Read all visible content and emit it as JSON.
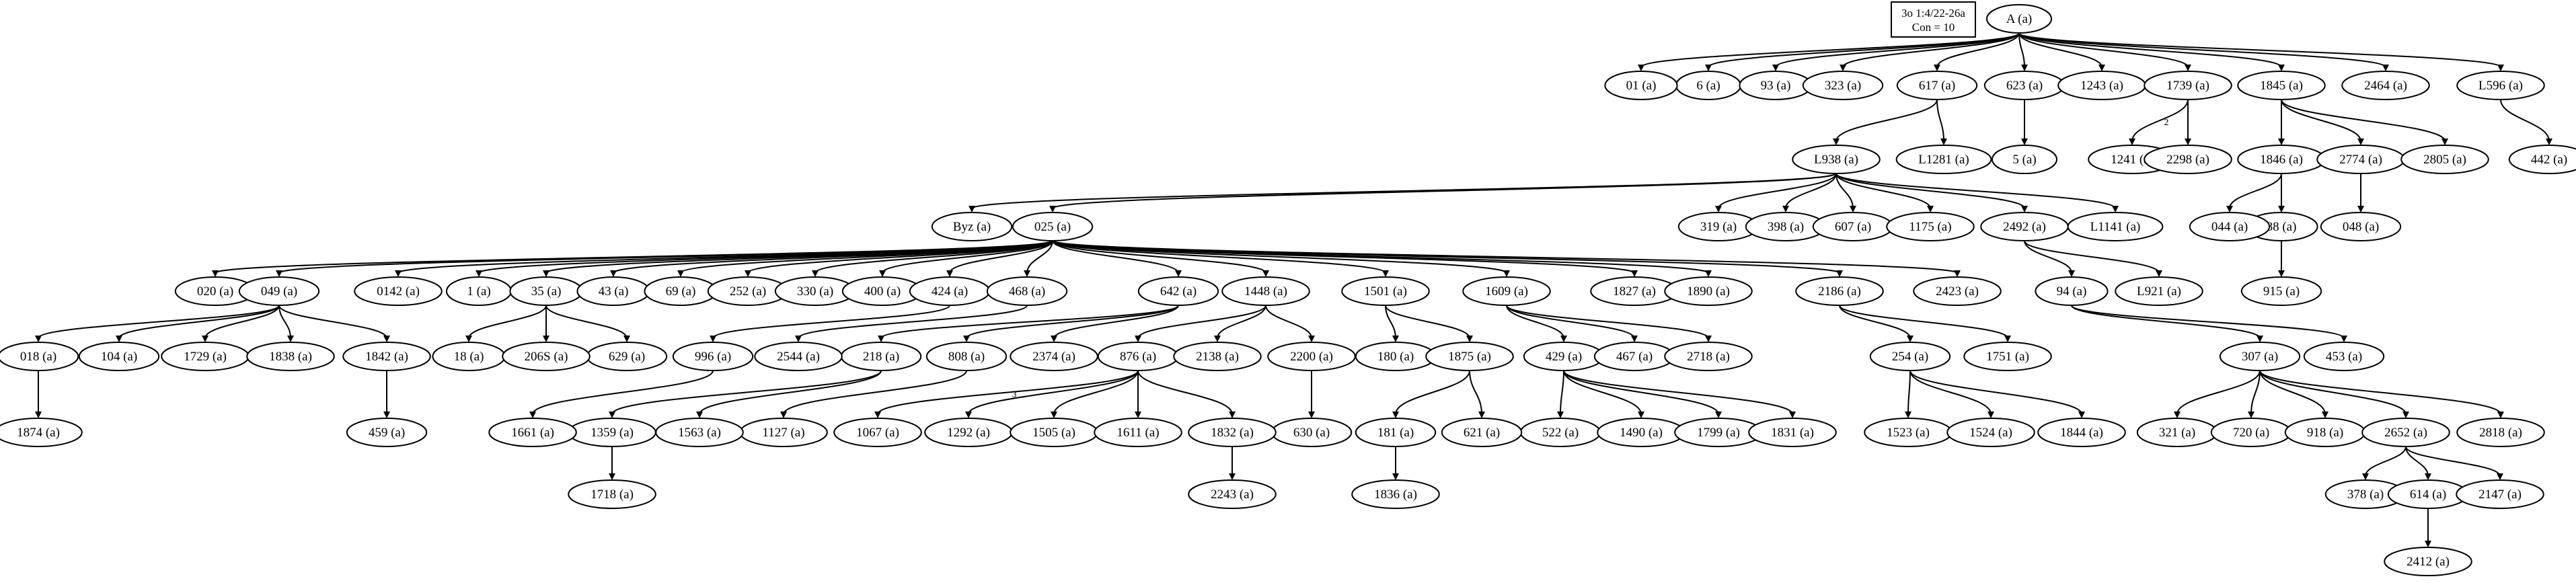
{
  "legend": {
    "line1": "3o 1:4/22-26a",
    "line2": "Con = 10"
  },
  "nodes": {
    "A": "A (a)",
    "01": "01 (a)",
    "6": "6 (a)",
    "93": "93 (a)",
    "323": "323 (a)",
    "617": "617 (a)",
    "623": "623 (a)",
    "1243": "1243 (a)",
    "1739": "1739 (a)",
    "1845": "1845 (a)",
    "2464": "2464 (a)",
    "L596": "L596 (a)",
    "L938": "L938 (a)",
    "L1281": "L1281 (a)",
    "5": "5 (a)",
    "1241": "1241 (a)",
    "2298": "2298 (a)",
    "1846": "1846 (a)",
    "2774": "2774 (a)",
    "2805": "2805 (a)",
    "442": "442 (a)",
    "Byz": "Byz (a)",
    "025": "025 (a)",
    "319": "319 (a)",
    "398": "398 (a)",
    "607": "607 (a)",
    "1175": "1175 (a)",
    "2492": "2492 (a)",
    "L1141": "L1141 (a)",
    "044": "044 (a)",
    "88": "88 (a)",
    "048": "048 (a)",
    "020": "020 (a)",
    "049": "049 (a)",
    "0142": "0142 (a)",
    "1": "1 (a)",
    "35": "35 (a)",
    "43": "43 (a)",
    "69": "69 (a)",
    "252": "252 (a)",
    "330": "330 (a)",
    "400": "400 (a)",
    "424": "424 (a)",
    "468": "468 (a)",
    "642": "642 (a)",
    "1448": "1448 (a)",
    "1501": "1501 (a)",
    "1609": "1609 (a)",
    "1827": "1827 (a)",
    "1890": "1890 (a)",
    "2186": "2186 (a)",
    "2423": "2423 (a)",
    "94": "94 (a)",
    "L921": "L921 (a)",
    "915": "915 (a)",
    "018": "018 (a)",
    "104": "104 (a)",
    "1729": "1729 (a)",
    "1838": "1838 (a)",
    "1842": "1842 (a)",
    "18": "18 (a)",
    "206S": "206S (a)",
    "629": "629 (a)",
    "996": "996 (a)",
    "2544": "2544 (a)",
    "218": "218 (a)",
    "808": "808 (a)",
    "2374": "2374 (a)",
    "876": "876 (a)",
    "2138": "2138 (a)",
    "2200": "2200 (a)",
    "180": "180 (a)",
    "1875": "1875 (a)",
    "429": "429 (a)",
    "467": "467 (a)",
    "2718": "2718 (a)",
    "254": "254 (a)",
    "1751": "1751 (a)",
    "307": "307 (a)",
    "453": "453 (a)",
    "1874": "1874 (a)",
    "459": "459 (a)",
    "1661": "1661 (a)",
    "1359": "1359 (a)",
    "1563": "1563 (a)",
    "1127": "1127 (a)",
    "1067": "1067 (a)",
    "1292": "1292 (a)",
    "1505": "1505 (a)",
    "1611": "1611 (a)",
    "1832": "1832 (a)",
    "630": "630 (a)",
    "181": "181 (a)",
    "621": "621 (a)",
    "522": "522 (a)",
    "1490": "1490 (a)",
    "1799": "1799 (a)",
    "1831": "1831 (a)",
    "1523": "1523 (a)",
    "1524": "1524 (a)",
    "1844": "1844 (a)",
    "321": "321 (a)",
    "720": "720 (a)",
    "918": "918 (a)",
    "2652": "2652 (a)",
    "2818": "2818 (a)",
    "1718": "1718 (a)",
    "2243": "2243 (a)",
    "1836": "1836 (a)",
    "378": "378 (a)",
    "614": "614 (a)",
    "2147": "2147 (a)",
    "2412": "2412 (a)"
  },
  "edges": [
    [
      "A",
      "01"
    ],
    [
      "A",
      "6"
    ],
    [
      "A",
      "93"
    ],
    [
      "A",
      "323"
    ],
    [
      "A",
      "617"
    ],
    [
      "A",
      "623"
    ],
    [
      "A",
      "1243"
    ],
    [
      "A",
      "1739"
    ],
    [
      "A",
      "1845"
    ],
    [
      "A",
      "2464"
    ],
    [
      "A",
      "L596"
    ],
    [
      "617",
      "L938"
    ],
    [
      "617",
      "L1281"
    ],
    [
      "623",
      "5"
    ],
    [
      "1739",
      "1241"
    ],
    [
      "1739",
      "2298"
    ],
    [
      "1845",
      "1846"
    ],
    [
      "1845",
      "2774"
    ],
    [
      "1845",
      "2805"
    ],
    [
      "L596",
      "442"
    ],
    [
      "L938",
      "Byz"
    ],
    [
      "L938",
      "025"
    ],
    [
      "L938",
      "319"
    ],
    [
      "L938",
      "398"
    ],
    [
      "L938",
      "607"
    ],
    [
      "L938",
      "1175"
    ],
    [
      "L938",
      "2492"
    ],
    [
      "L938",
      "L1141"
    ],
    [
      "1846",
      "044"
    ],
    [
      "1846",
      "88"
    ],
    [
      "2774",
      "048"
    ],
    [
      "88",
      "915"
    ],
    [
      "2492",
      "94"
    ],
    [
      "2492",
      "L921"
    ],
    [
      "025",
      "020"
    ],
    [
      "025",
      "049"
    ],
    [
      "025",
      "0142"
    ],
    [
      "025",
      "1"
    ],
    [
      "025",
      "35"
    ],
    [
      "025",
      "43"
    ],
    [
      "025",
      "69"
    ],
    [
      "025",
      "252"
    ],
    [
      "025",
      "330"
    ],
    [
      "025",
      "400"
    ],
    [
      "025",
      "424"
    ],
    [
      "025",
      "468"
    ],
    [
      "025",
      "642"
    ],
    [
      "025",
      "1448"
    ],
    [
      "025",
      "1501"
    ],
    [
      "025",
      "1609"
    ],
    [
      "025",
      "1827"
    ],
    [
      "025",
      "1890"
    ],
    [
      "025",
      "2186"
    ],
    [
      "025",
      "2423"
    ],
    [
      "049",
      "018"
    ],
    [
      "049",
      "104"
    ],
    [
      "049",
      "1729"
    ],
    [
      "049",
      "1838"
    ],
    [
      "049",
      "1842"
    ],
    [
      "35",
      "18"
    ],
    [
      "35",
      "206S"
    ],
    [
      "35",
      "629"
    ],
    [
      "424",
      "996"
    ],
    [
      "468",
      "2544"
    ],
    [
      "642",
      "218"
    ],
    [
      "642",
      "808"
    ],
    [
      "642",
      "2374"
    ],
    [
      "1448",
      "876"
    ],
    [
      "1448",
      "2138"
    ],
    [
      "1448",
      "2200"
    ],
    [
      "1501",
      "180"
    ],
    [
      "1501",
      "1875"
    ],
    [
      "1609",
      "429"
    ],
    [
      "1609",
      "467"
    ],
    [
      "1609",
      "2718"
    ],
    [
      "2186",
      "254"
    ],
    [
      "2186",
      "1751"
    ],
    [
      "94",
      "307"
    ],
    [
      "94",
      "453"
    ],
    [
      "018",
      "1874"
    ],
    [
      "1842",
      "459"
    ],
    [
      "996",
      "1661"
    ],
    [
      "218",
      "1359"
    ],
    [
      "218",
      "1563"
    ],
    [
      "808",
      "1127"
    ],
    [
      "876",
      "1067"
    ],
    [
      "876",
      "1292"
    ],
    [
      "876",
      "1505"
    ],
    [
      "876",
      "1611"
    ],
    [
      "876",
      "1832"
    ],
    [
      "2200",
      "630"
    ],
    [
      "1875",
      "181"
    ],
    [
      "1875",
      "621"
    ],
    [
      "429",
      "522"
    ],
    [
      "429",
      "1490"
    ],
    [
      "429",
      "1799"
    ],
    [
      "429",
      "1831"
    ],
    [
      "254",
      "1523"
    ],
    [
      "254",
      "1524"
    ],
    [
      "254",
      "1844"
    ],
    [
      "307",
      "321"
    ],
    [
      "307",
      "720"
    ],
    [
      "307",
      "918"
    ],
    [
      "307",
      "2652"
    ],
    [
      "307",
      "2818"
    ],
    [
      "1359",
      "1718"
    ],
    [
      "1832",
      "2243"
    ],
    [
      "181",
      "1836"
    ],
    [
      "2652",
      "378"
    ],
    [
      "2652",
      "614"
    ],
    [
      "2652",
      "2147"
    ],
    [
      "614",
      "2412"
    ]
  ],
  "edge_labels": [
    {
      "from": "1739",
      "to": "1241",
      "text": "2"
    },
    {
      "from": "876",
      "to": "1067",
      "text": "3"
    }
  ]
}
